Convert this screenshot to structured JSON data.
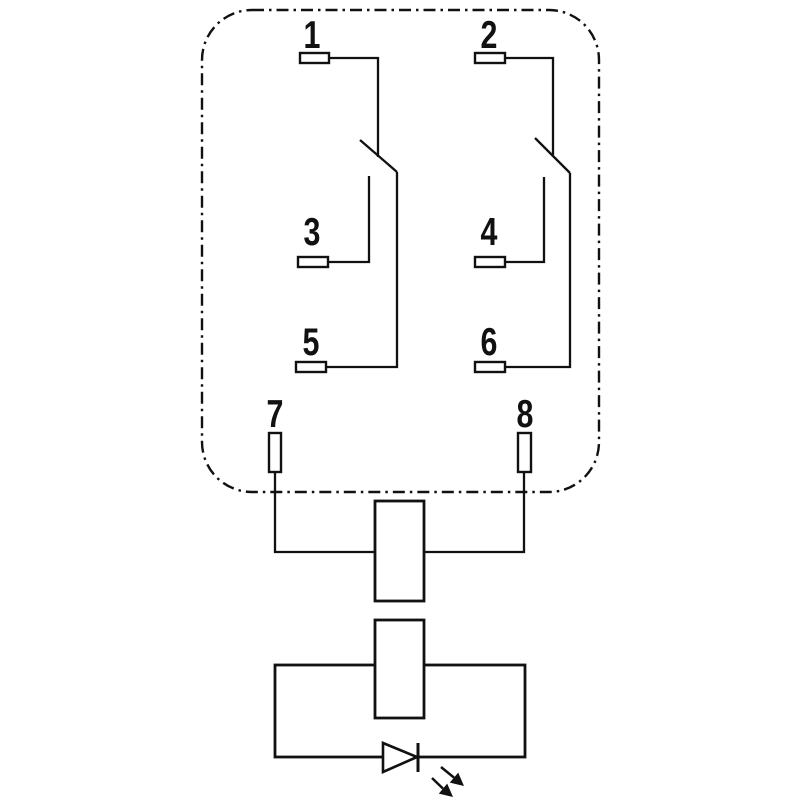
{
  "diagram": {
    "pin_labels": [
      "1",
      "2",
      "3",
      "4",
      "5",
      "6",
      "7",
      "8"
    ]
  },
  "symbols": {
    "boundary": "relay-body-dash-dot-boundary",
    "pole_a": "changeover-contact-pole-a",
    "pole_b": "changeover-contact-pole-b",
    "coil": "relay-coil-box",
    "indicator_body": "indicator-module-box",
    "series_element": "series-element-box",
    "diode": "led-diode-icon",
    "emission": "light-emission-arrows-icon"
  },
  "colors": {
    "line": "#111111",
    "background": "#ffffff"
  }
}
